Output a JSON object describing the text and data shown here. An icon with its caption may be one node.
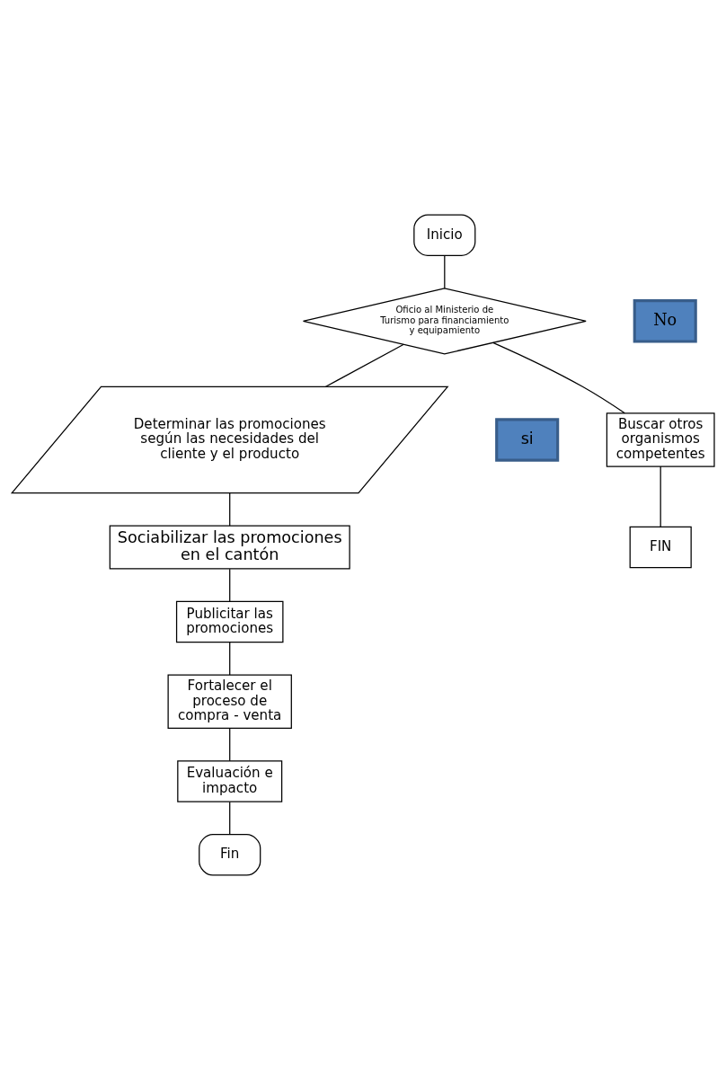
{
  "diagram": {
    "nodes": [
      {
        "text": [
          "Inicio"
        ]
      },
      {
        "text": [
          "Oficio al Ministerio de Turismo para financiamiento y equipamiento"
        ]
      },
      {
        "text": [
          "No"
        ]
      },
      {
        "text": [
          "si"
        ]
      },
      {
        "text": [
          "Determinar las promociones según las necesidades del cliente y el producto"
        ]
      },
      {
        "text": [
          "Buscar otros organismos competentes"
        ]
      },
      {
        "text": [
          "FIN"
        ]
      },
      {
        "text": [
          "Sociabilizar las promociones en el cantón"
        ]
      },
      {
        "text": [
          "Publicitar las promociones"
        ]
      },
      {
        "text": [
          "Fortalecer el proceso de compra - venta"
        ]
      },
      {
        "text": [
          "Evaluación e impacto"
        ]
      },
      {
        "text": [
          "Fin"
        ]
      }
    ],
    "edges": [
      {
        "from": 0,
        "to": 1,
        "arrow": "none"
      },
      {
        "from": 1,
        "to": 4,
        "arrow": "none"
      },
      {
        "from": 1,
        "to": 5,
        "arrow": "none"
      },
      {
        "from": 5,
        "to": 6,
        "arrow": "none"
      },
      {
        "from": 4,
        "to": 7,
        "arrow": "none"
      },
      {
        "from": 7,
        "to": 8,
        "arrow": "none"
      },
      {
        "from": 8,
        "to": 9,
        "arrow": "none"
      },
      {
        "from": 9,
        "to": 10,
        "arrow": "none"
      },
      {
        "from": 10,
        "to": 11,
        "arrow": "none"
      }
    ]
  }
}
